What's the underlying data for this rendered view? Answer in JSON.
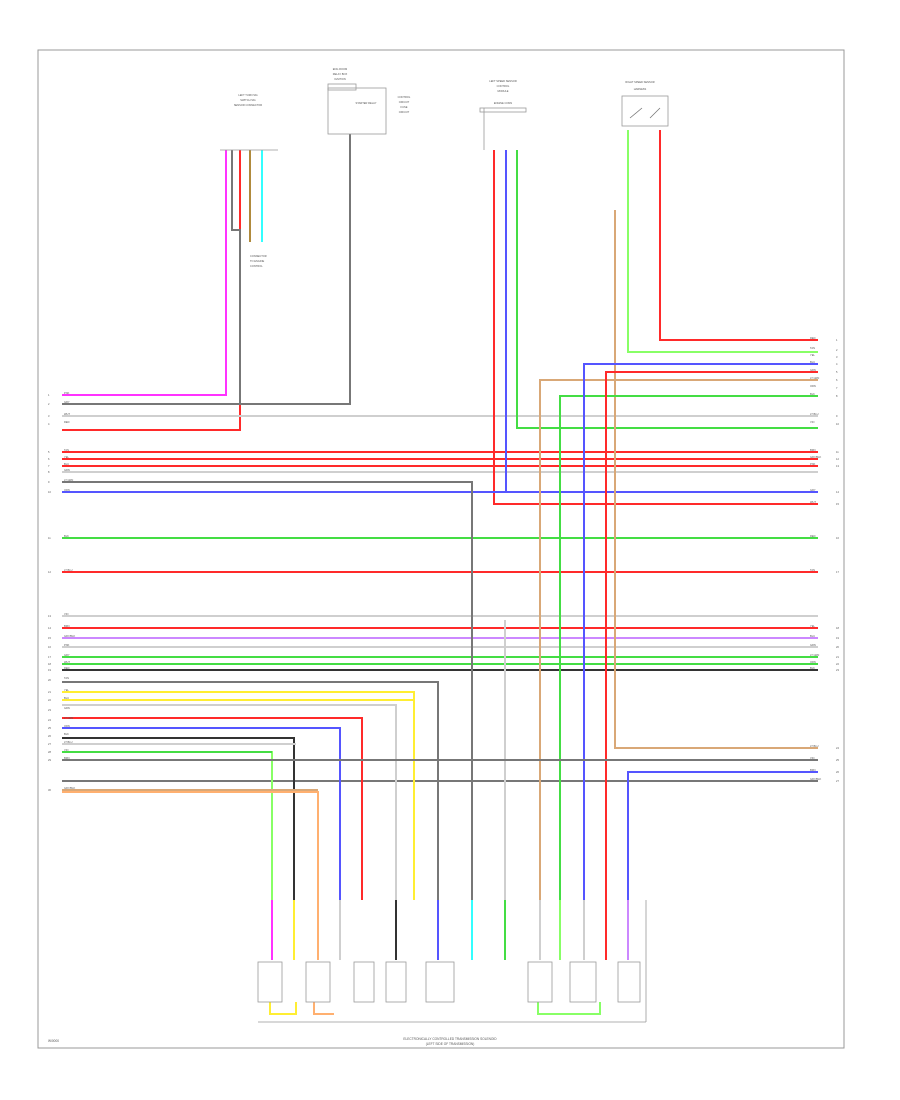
{
  "diagram": {
    "footer_line1": "ELECTRONICALLY CONTROLLED TRANSMISSION SOLENOID",
    "footer_line2": "(LEFT SIDE OF TRANSMISSION)",
    "corner_label": "W/0000",
    "components": {
      "left_sensor": [
        "LEFT TURN SIG",
        "SWITCH SIG",
        "SENSOR CONNECTOR"
      ],
      "relay": [
        "ENG ROOM",
        "RELAY BOX",
        "IGNITION"
      ],
      "relay_side": [
        "STARTER RELAY",
        "CONTROL",
        "CIRCUIT",
        "FUSE",
        "CIRCUIT"
      ],
      "center_sensor": [
        "LEFT SPEED SENSOR",
        "CONTROL",
        "MODULE",
        "ENGINE CONN"
      ],
      "right_sensor": [
        "RIGHT SPEED SENSOR",
        "HARNESS"
      ],
      "splice_note": [
        "CONNECTOR",
        "TO ENGINE",
        "CONTROL"
      ]
    },
    "wire_codes": {
      "magenta": "PNK",
      "gray": "GRY",
      "white": "WHT",
      "red": "RED",
      "tan": "TAN",
      "yellow": "YEL",
      "blue": "BLU",
      "green": "GRN",
      "lime": "LT GRN",
      "orange": "ORN",
      "black": "BLK",
      "cyan": "LT BLU",
      "violet": "VIO",
      "brown": "BRN",
      "grayblk": "GRY/BLK"
    },
    "colors": {
      "magenta": "#ff33ff",
      "gray": "#777777",
      "white": "#cfcfcf",
      "red": "#ff2a2a",
      "tan": "#d9a877",
      "yellow": "#ffee33",
      "blue": "#5555ff",
      "green": "#44dd44",
      "lime": "#88ff66",
      "orange": "#ffb070",
      "black": "#333333",
      "cyan": "#33ffff",
      "violet": "#cc88ff",
      "brown": "#b08a3c",
      "frame": "#999999"
    },
    "pins": [
      "1",
      "2",
      "3",
      "4",
      "5",
      "6",
      "7",
      "8",
      "9",
      "10",
      "11",
      "12",
      "13",
      "14",
      "15",
      "16",
      "17",
      "18",
      "19",
      "20",
      "21",
      "22",
      "23",
      "24",
      "25",
      "26",
      "27",
      "28",
      "29",
      "30"
    ]
  }
}
